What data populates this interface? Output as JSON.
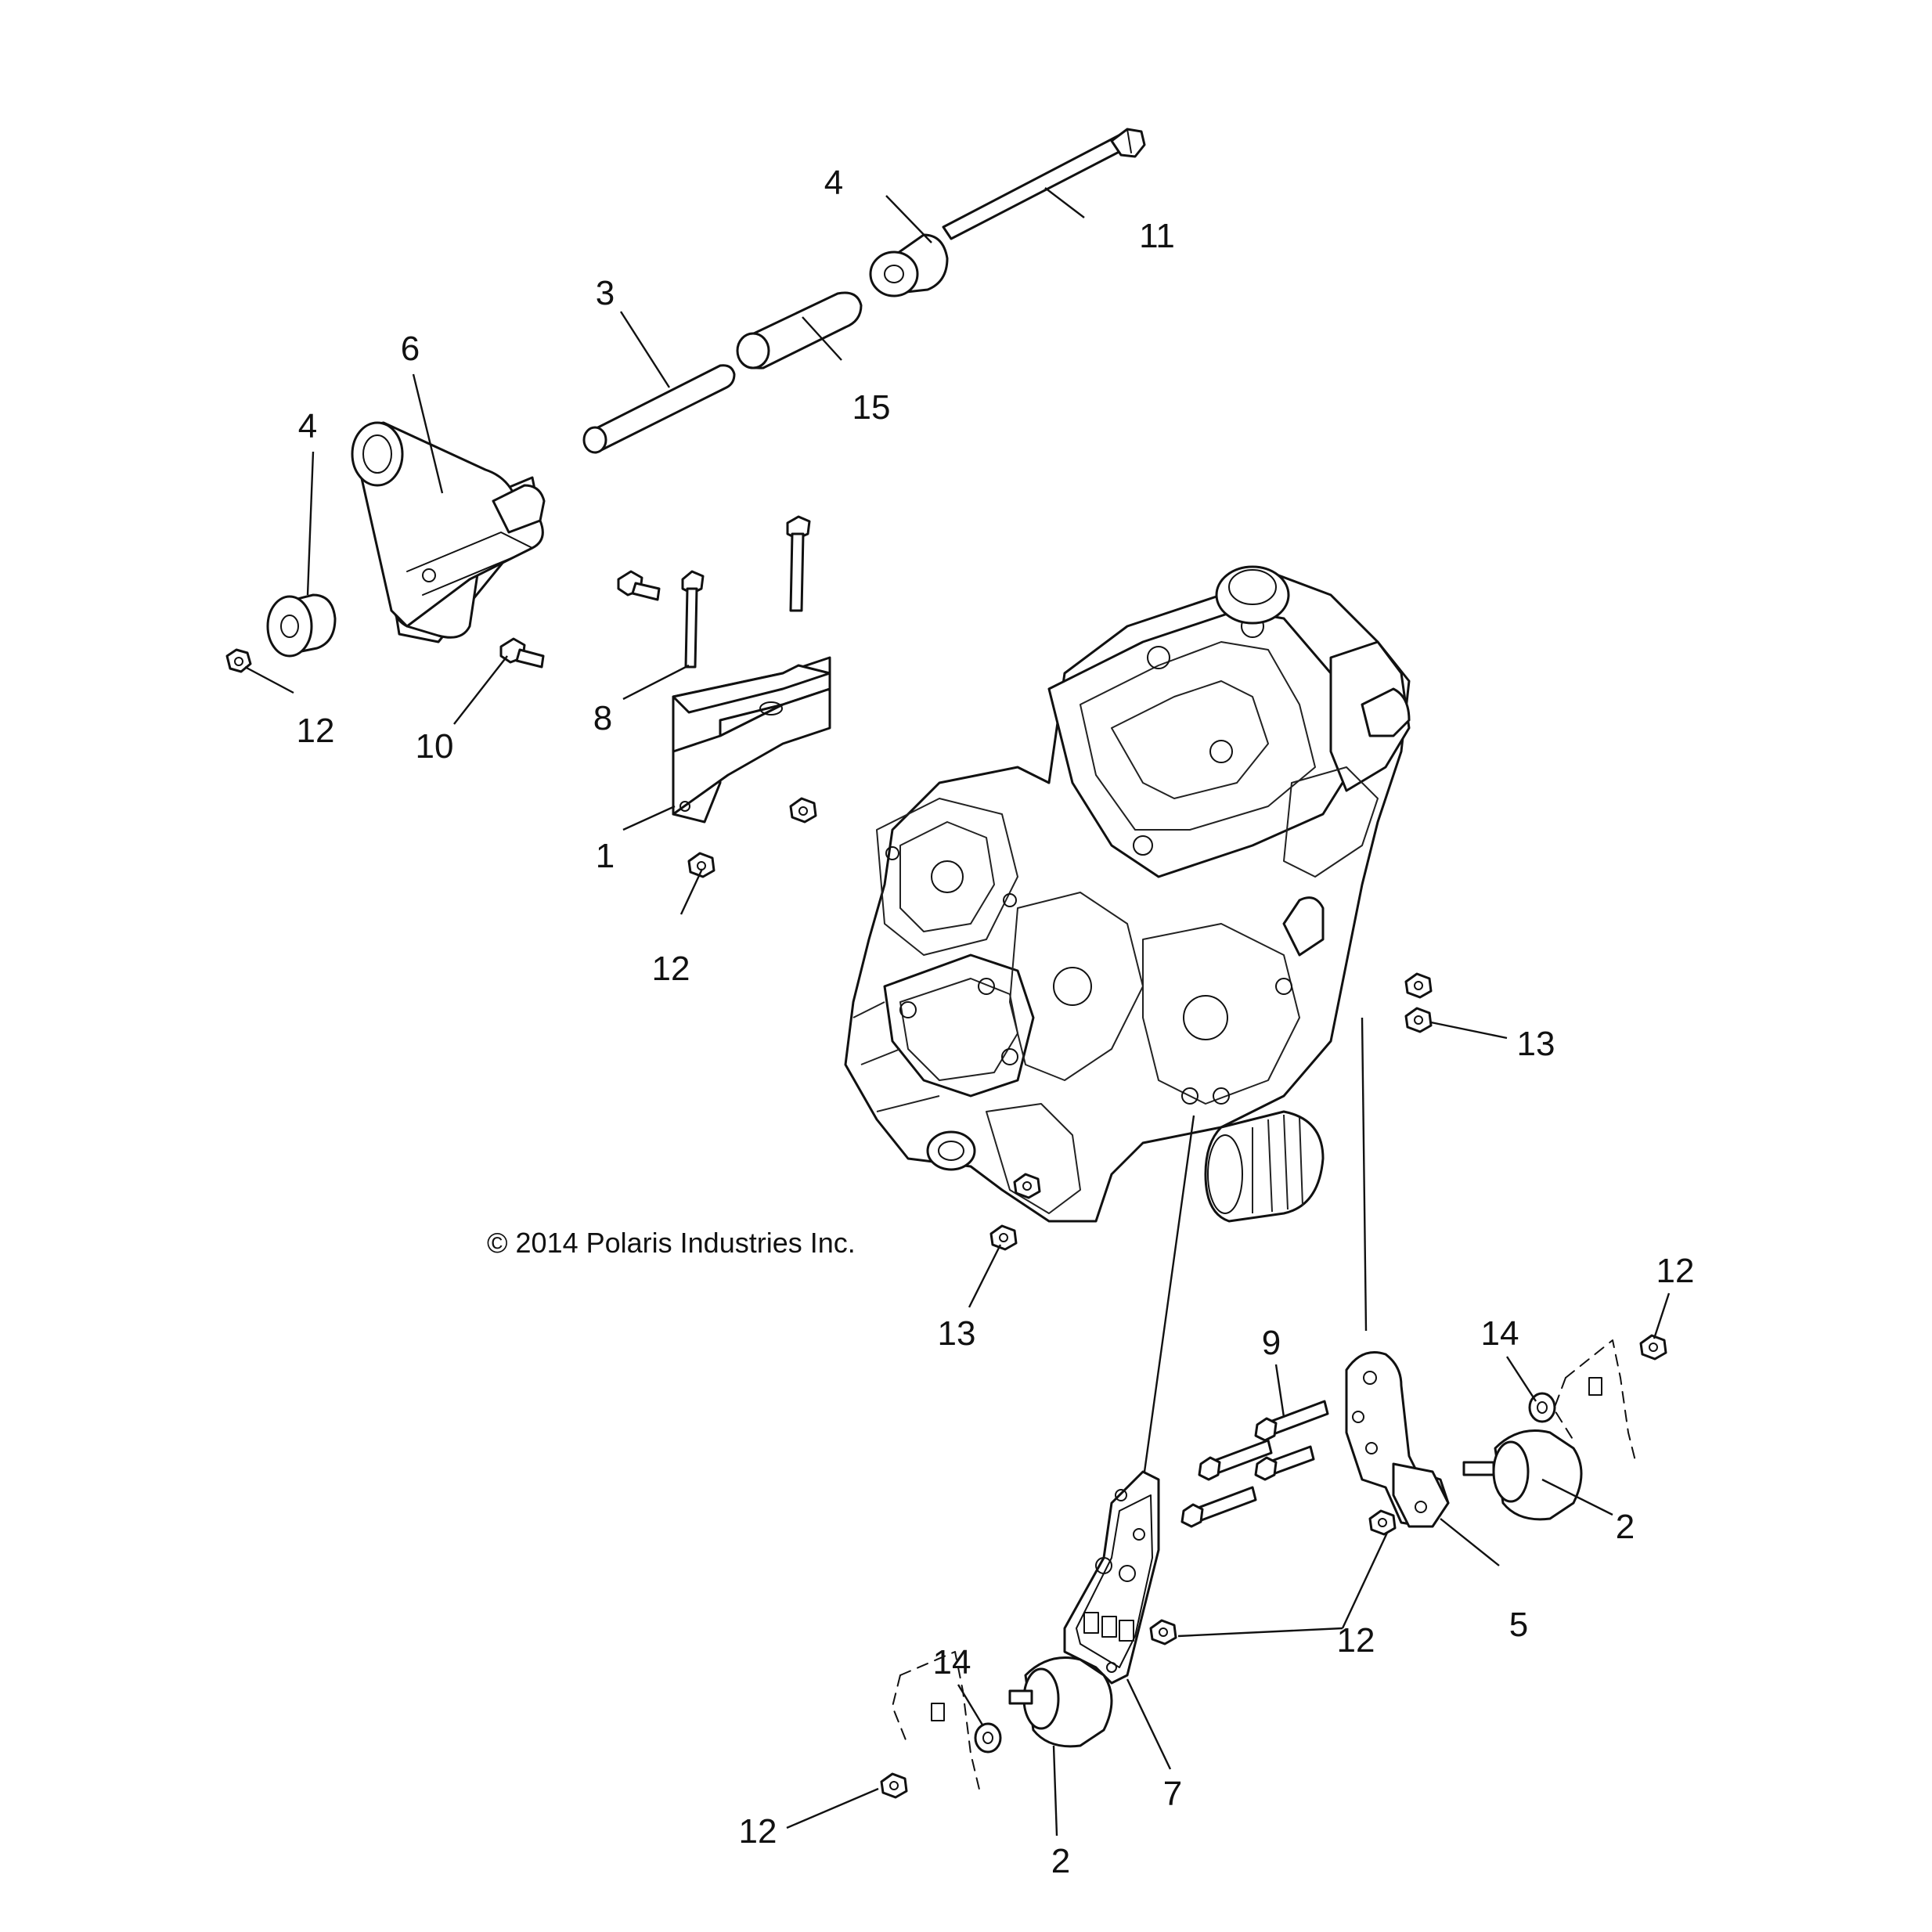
{
  "diagram": {
    "copyright": "© 2014 Polaris Industries Inc.",
    "callouts": {
      "c1": "1",
      "c2a": "2",
      "c2b": "2",
      "c3": "3",
      "c4a": "4",
      "c4b": "4",
      "c5": "5",
      "c6": "6",
      "c7": "7",
      "c8": "8",
      "c9": "9",
      "c10": "10",
      "c11": "11",
      "c12a": "12",
      "c12b": "12",
      "c12c": "12",
      "c12d": "12",
      "c12e": "12",
      "c13a": "13",
      "c13b": "13",
      "c14a": "14",
      "c14b": "14",
      "c15": "15"
    }
  }
}
